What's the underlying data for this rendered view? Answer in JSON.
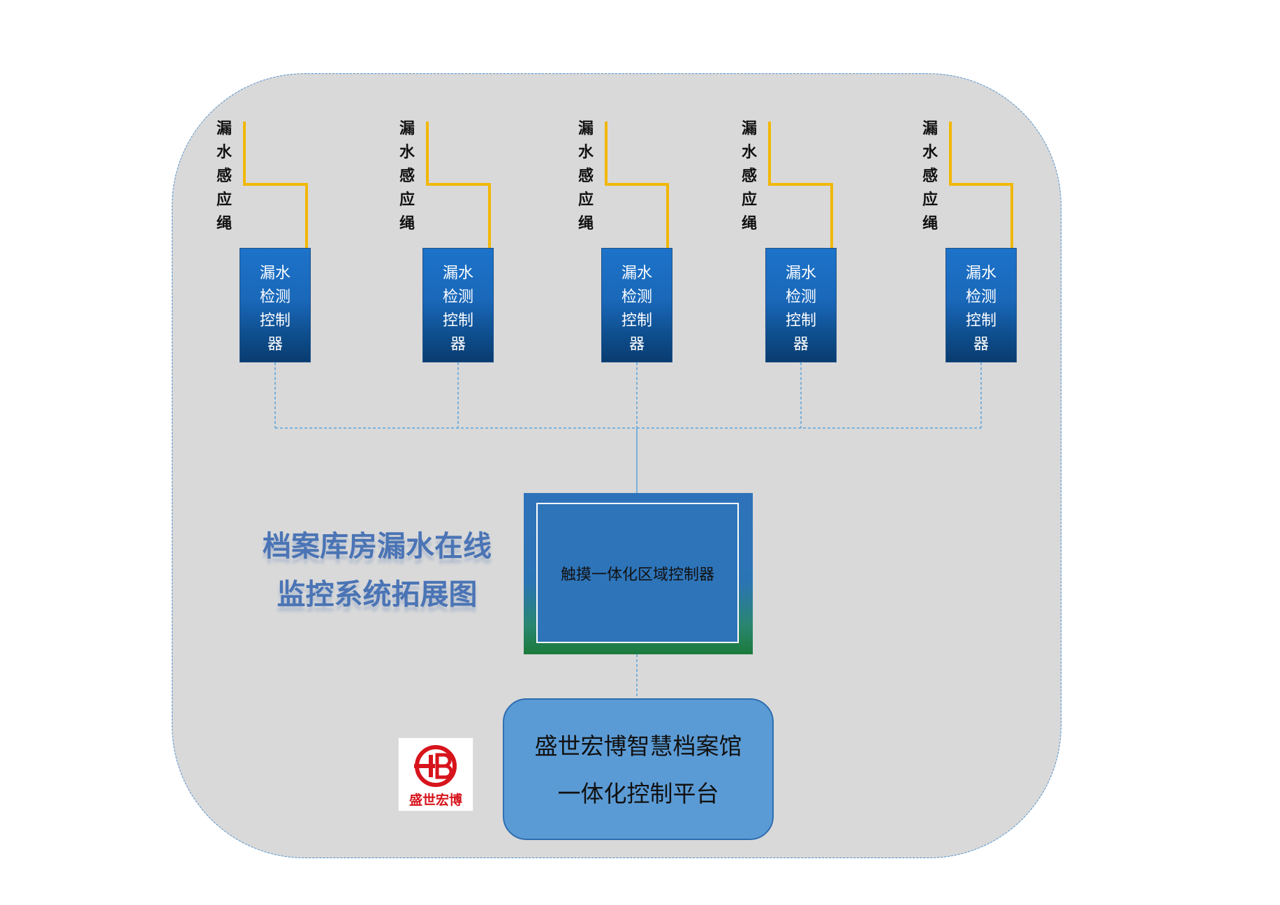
{
  "title": {
    "line1": "档案库房漏水在线",
    "line2": "监控系统拓展图"
  },
  "rope_label": [
    "漏",
    "水",
    "感",
    "应",
    "绳"
  ],
  "controller_label": [
    "漏水",
    "检测",
    "控制",
    "器"
  ],
  "zone_controller": "触摸一体化区域控制器",
  "platform": {
    "line1": "盛世宏博智慧档案馆",
    "line2": "一体化控制平台"
  },
  "logo_text": "盛世宏博",
  "colors": {
    "rope": "#f2b705",
    "dashed_link": "#5aa4dc",
    "panel_bg": "#d9d9d9"
  }
}
